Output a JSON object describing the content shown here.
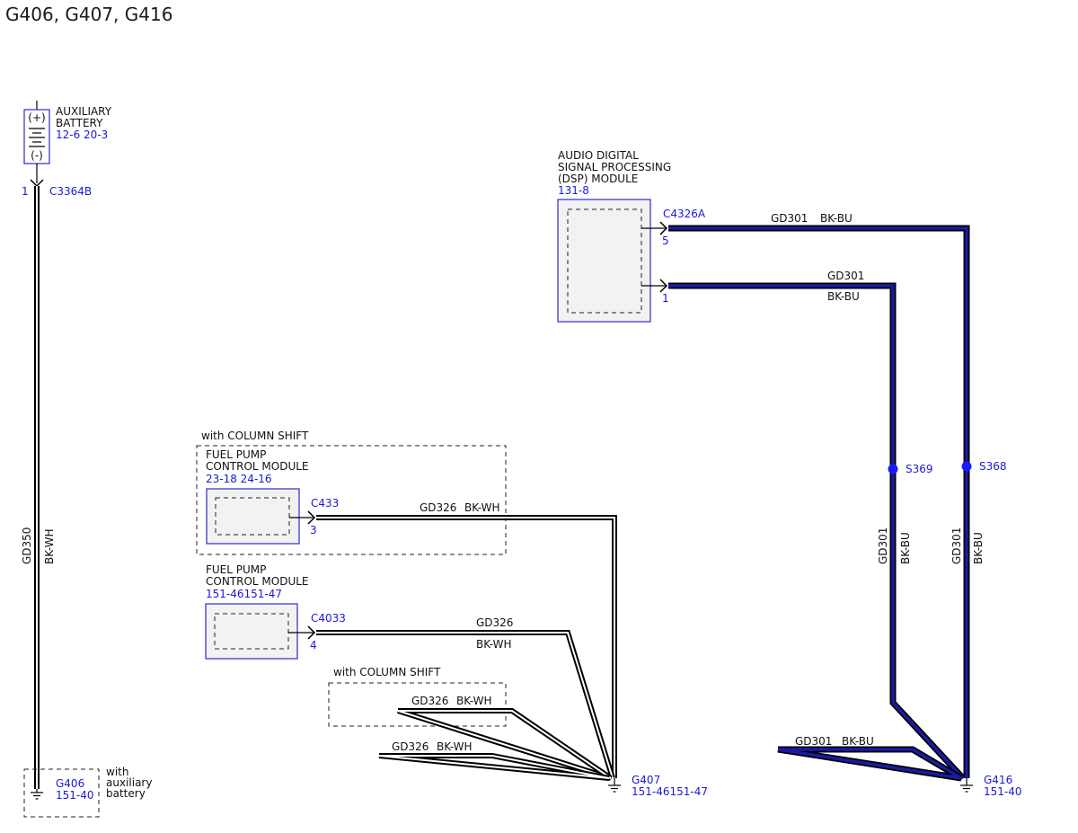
{
  "title": "G406, G407, G416",
  "battery": {
    "name_line1": "AUXILIARY",
    "name_line2": "BATTERY",
    "ref": "12-6  20-3",
    "plus": "(+)",
    "minus": "(-)",
    "pin": "1",
    "connector": "C3364B"
  },
  "wire_gd350": {
    "circuit": "GD350",
    "color": "BK-WH"
  },
  "g406": {
    "id": "G406",
    "ref": "151-40",
    "note_line1": "with",
    "note_line2": "auxiliary",
    "note_line3": "battery"
  },
  "dsp": {
    "name_line1": "AUDIO DIGITAL",
    "name_line2": "SIGNAL PROCESSING",
    "name_line3": "(DSP) MODULE",
    "ref": "131-8",
    "connector": "C4326A",
    "pin_a": "5",
    "pin_b": "1"
  },
  "wire_dsp_top": {
    "circuit": "GD301",
    "color": "BK-BU"
  },
  "wire_dsp_bottom": {
    "circuit": "GD301",
    "color": "BK-BU"
  },
  "s369": {
    "id": "S369"
  },
  "s368": {
    "id": "S368"
  },
  "vert_s369": {
    "circuit": "GD301",
    "color": "BK-BU"
  },
  "vert_s368": {
    "circuit": "GD301",
    "color": "BK-BU"
  },
  "wire_g416_branch": {
    "circuit": "GD301",
    "color": "BK-BU"
  },
  "g416": {
    "id": "G416",
    "ref": "151-40"
  },
  "column_shift_1": {
    "label": "with COLUMN SHIFT"
  },
  "fpcm1": {
    "name_line1": "FUEL PUMP",
    "name_line2": "CONTROL MODULE",
    "ref": "23-18 24-16",
    "connector": "C433",
    "pin": "3"
  },
  "wire_c433": {
    "circuit": "GD326",
    "color": "BK-WH"
  },
  "fpcm2": {
    "name_line1": "FUEL PUMP",
    "name_line2": "CONTROL MODULE",
    "ref": "151-46151-47",
    "connector": "C4033",
    "pin": "4"
  },
  "wire_c4033": {
    "circuit": "GD326",
    "color": "BK-WH"
  },
  "column_shift_2": {
    "label": "with COLUMN SHIFT"
  },
  "wire_cs2": {
    "circuit": "GD326",
    "color": "BK-WH"
  },
  "wire_lower": {
    "circuit": "GD326",
    "color": "BK-WH"
  },
  "g407": {
    "id": "G407",
    "ref": "151-46151-47"
  },
  "colors": {
    "module_blue": "#2c2cc8",
    "ref_blue": "#1a1ad6",
    "wire_blue": "#1a1aa0",
    "splice_blue": "#1a1aff"
  }
}
